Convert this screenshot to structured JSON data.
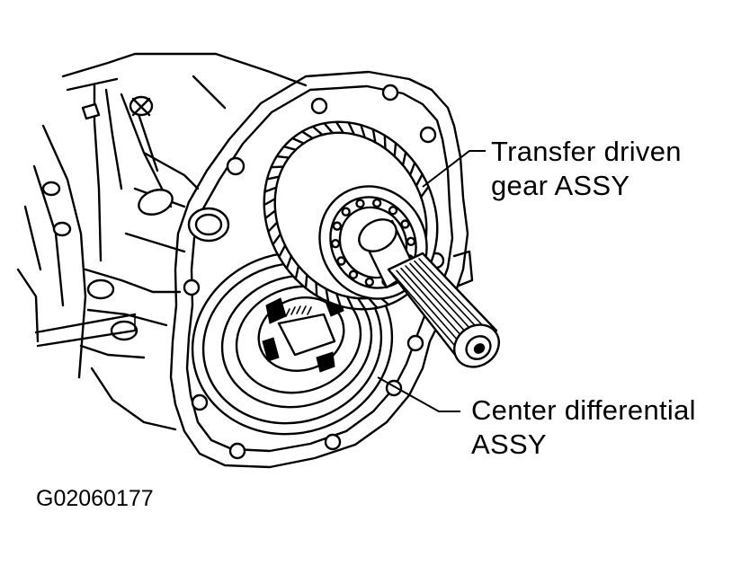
{
  "callouts": {
    "transfer_driven_gear": {
      "line1": "Transfer driven",
      "line2": "gear ASSY"
    },
    "center_differential": {
      "line1": "Center differential",
      "line2": "ASSY"
    }
  },
  "figure_id": "G02060177",
  "icons": {
    "transfer_driven_gear": "helical-gear-icon",
    "output_shaft": "splined-shaft-icon",
    "center_differential": "differential-case-icon",
    "transmission_case": "gearbox-housing-icon"
  }
}
